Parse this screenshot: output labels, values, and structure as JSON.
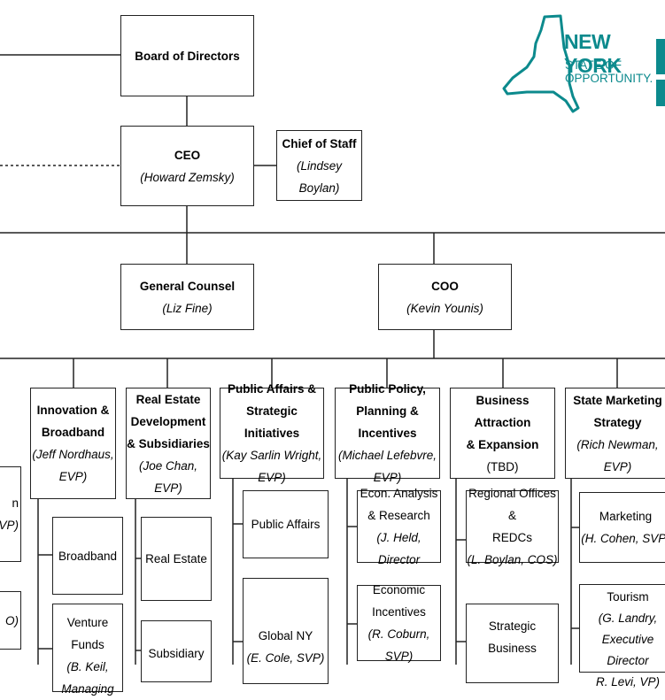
{
  "colors": {
    "line": "#222222",
    "logo": "#0c8a8d"
  },
  "logo": {
    "line1": "NEW YORK",
    "line2": "STATE OF",
    "line3": "OPPORTUNITY."
  },
  "nodes": {
    "board": {
      "title": "Board of Directors"
    },
    "ceo": {
      "title": "CEO",
      "person": "(Howard Zemsky)"
    },
    "chief_of_staff": {
      "title": "Chief of Staff",
      "person": "(Lindsey Boylan)"
    },
    "general_counsel": {
      "title": "General Counsel",
      "person": "(Liz Fine)"
    },
    "coo": {
      "title": "COO",
      "person": "(Kevin Younis)"
    },
    "innovation": {
      "title_l1": "Innovation &",
      "title_l2": "Broadband",
      "person_l1": "(Jeff Nordhaus,",
      "person_l2": "EVP)"
    },
    "real_estate_dev": {
      "title_l1": "Real Estate",
      "title_l2": "Development",
      "title_l3": "& Subsidiaries",
      "person": "(Joe Chan, EVP)"
    },
    "public_affairs_si": {
      "title_l1": "Public Affairs &",
      "title_l2": "Strategic Initiatives",
      "person_l1": "(Kay Sarlin Wright,",
      "person_l2": "EVP)"
    },
    "public_policy": {
      "title_l1": "Public Policy,",
      "title_l2": "Planning & Incentives",
      "person_l1": "(Michael Lefebvre,",
      "person_l2": "EVP)"
    },
    "business_attraction": {
      "title_l1": "Business Attraction",
      "title_l2": "& Expansion",
      "person": "(TBD)"
    },
    "state_marketing": {
      "title_l1": "State Marketing",
      "title_l2": "Strategy",
      "person": "(Rich Newman, EVP)"
    },
    "broadband": {
      "title": "Broadband"
    },
    "venture_funds": {
      "title": "Venture Funds",
      "person_l1": "(B. Keil,",
      "person_l2": "Managing"
    },
    "real_estate": {
      "title": "Real Estate"
    },
    "subsidiary": {
      "title": "Subsidiary"
    },
    "public_affairs": {
      "title": "Public Affairs"
    },
    "global_ny": {
      "title": "Global NY",
      "person": "(E. Cole, SVP)"
    },
    "econ_analysis": {
      "title_l1": "Econ. Analysis",
      "title_l2": "& Research",
      "person": "(J. Held, Director"
    },
    "economic_incentives": {
      "title_l1": "Economic",
      "title_l2": "Incentives",
      "person": "(R. Coburn, SVP)"
    },
    "regional_offices": {
      "title_l1": "Regional Offices &",
      "title_l2": "REDCs",
      "person": "(L. Boylan, COS)"
    },
    "strategic_business": {
      "title_l1": "Strategic",
      "title_l2": "Business"
    },
    "marketing": {
      "title": "Marketing",
      "person": "(H. Cohen, SVP)"
    },
    "tourism": {
      "title": "Tourism",
      "person_l1": "(G. Landry,",
      "person_l2": "Executive Director",
      "person_l3": "R. Levi, VP)"
    },
    "left_partial_1": {
      "text_l1": "n",
      "text_l2": "VP)"
    },
    "left_partial_2": {
      "text": "O)"
    }
  }
}
